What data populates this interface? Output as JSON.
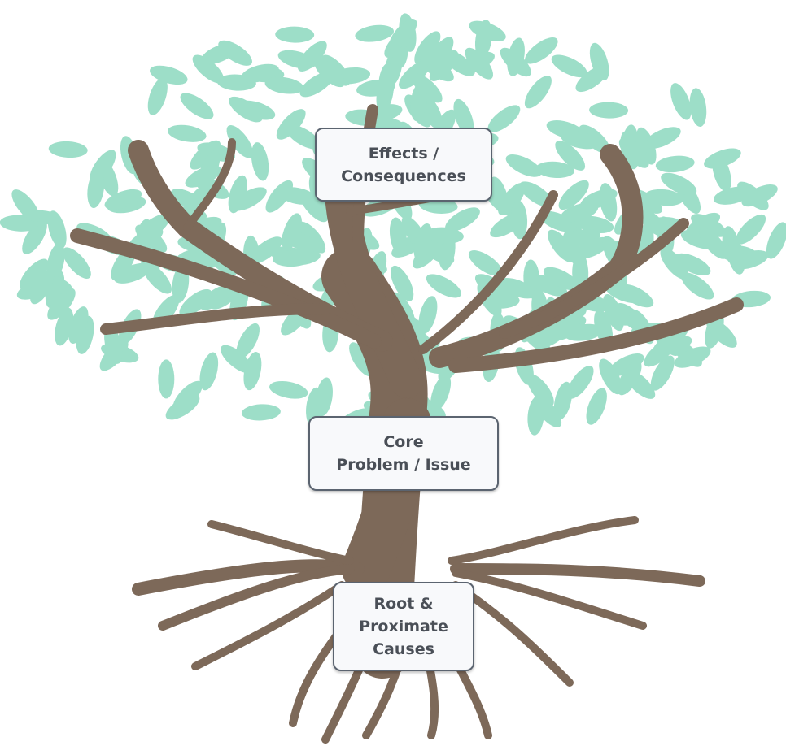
{
  "diagram": {
    "colors": {
      "leaf": "#9ddec8",
      "trunk": "#7d6959",
      "box_border": "#5b6470",
      "box_fill": "#f8f9fb",
      "text": "#4a4f57"
    },
    "boxes": {
      "effects": {
        "line1": "Effects /",
        "line2": "Consequences"
      },
      "core": {
        "line1": "Core",
        "line2": "Problem / Issue"
      },
      "root": {
        "line1": "Root &",
        "line2": "Proximate",
        "line3": "Causes"
      }
    }
  }
}
